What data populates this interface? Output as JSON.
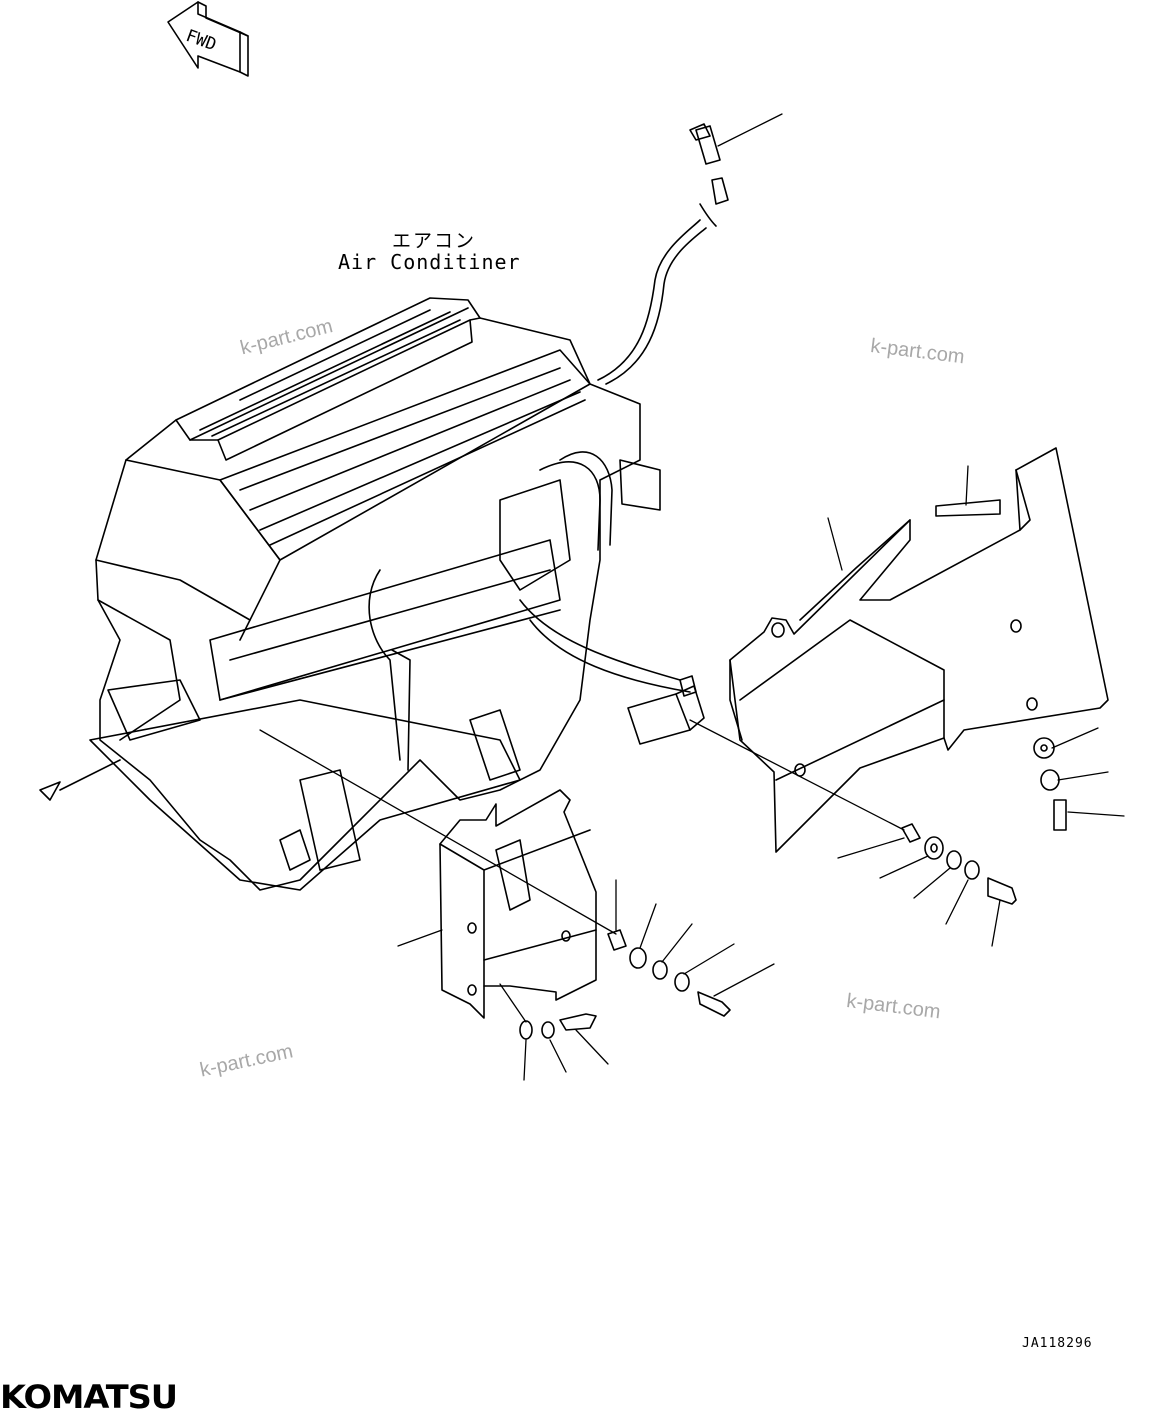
{
  "direction_label": "FWD",
  "component_label_jp": "エアコン",
  "component_label_en": "Air Conditiner",
  "watermark": "k-part.com",
  "drawing_code": "JA118296",
  "brand": "KOMATSU"
}
